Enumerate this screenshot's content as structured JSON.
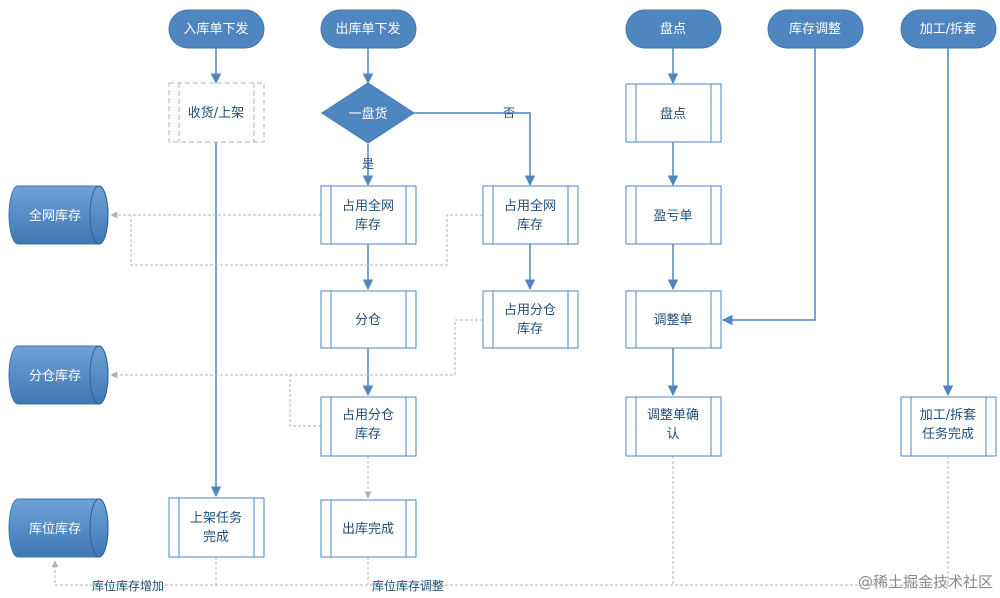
{
  "starts": {
    "inbound": "入库单下发",
    "outbound": "出库单下发",
    "stocktake": "盘点",
    "adjust": "库存调整",
    "process": "加工/拆套"
  },
  "decision": "一盘货",
  "edge_labels": {
    "yes": "是",
    "no": "否"
  },
  "process_boxes": {
    "receive": "收货/上架",
    "occupy_all_1": "占用全网库存",
    "occupy_all_2": "占用全网库存",
    "split": "分仓",
    "occupy_wh_right": "占用分仓库存",
    "occupy_wh_mid": "占用分仓库存",
    "out_done": "出库完成",
    "shelf_done": "上架任务完成",
    "stocktake_box": "盘点",
    "pl_sheet": "盈亏单",
    "adjust_sheet": "调整单",
    "adjust_confirm": "调整单确认",
    "process_done": "加工/拆套任务完成"
  },
  "stores": {
    "network": "全网库存",
    "warehouse": "分仓库存",
    "location": "库位库存"
  },
  "bottom_labels": {
    "increase": "库位库存增加",
    "adjustment": "库位库存调整"
  },
  "watermark": "@稀土掘金技术社区",
  "colors": {
    "primary": "#4f86c0",
    "stroke": "#3f77b5",
    "text": "#1f4e79",
    "dashed": "#b3b3b3"
  }
}
